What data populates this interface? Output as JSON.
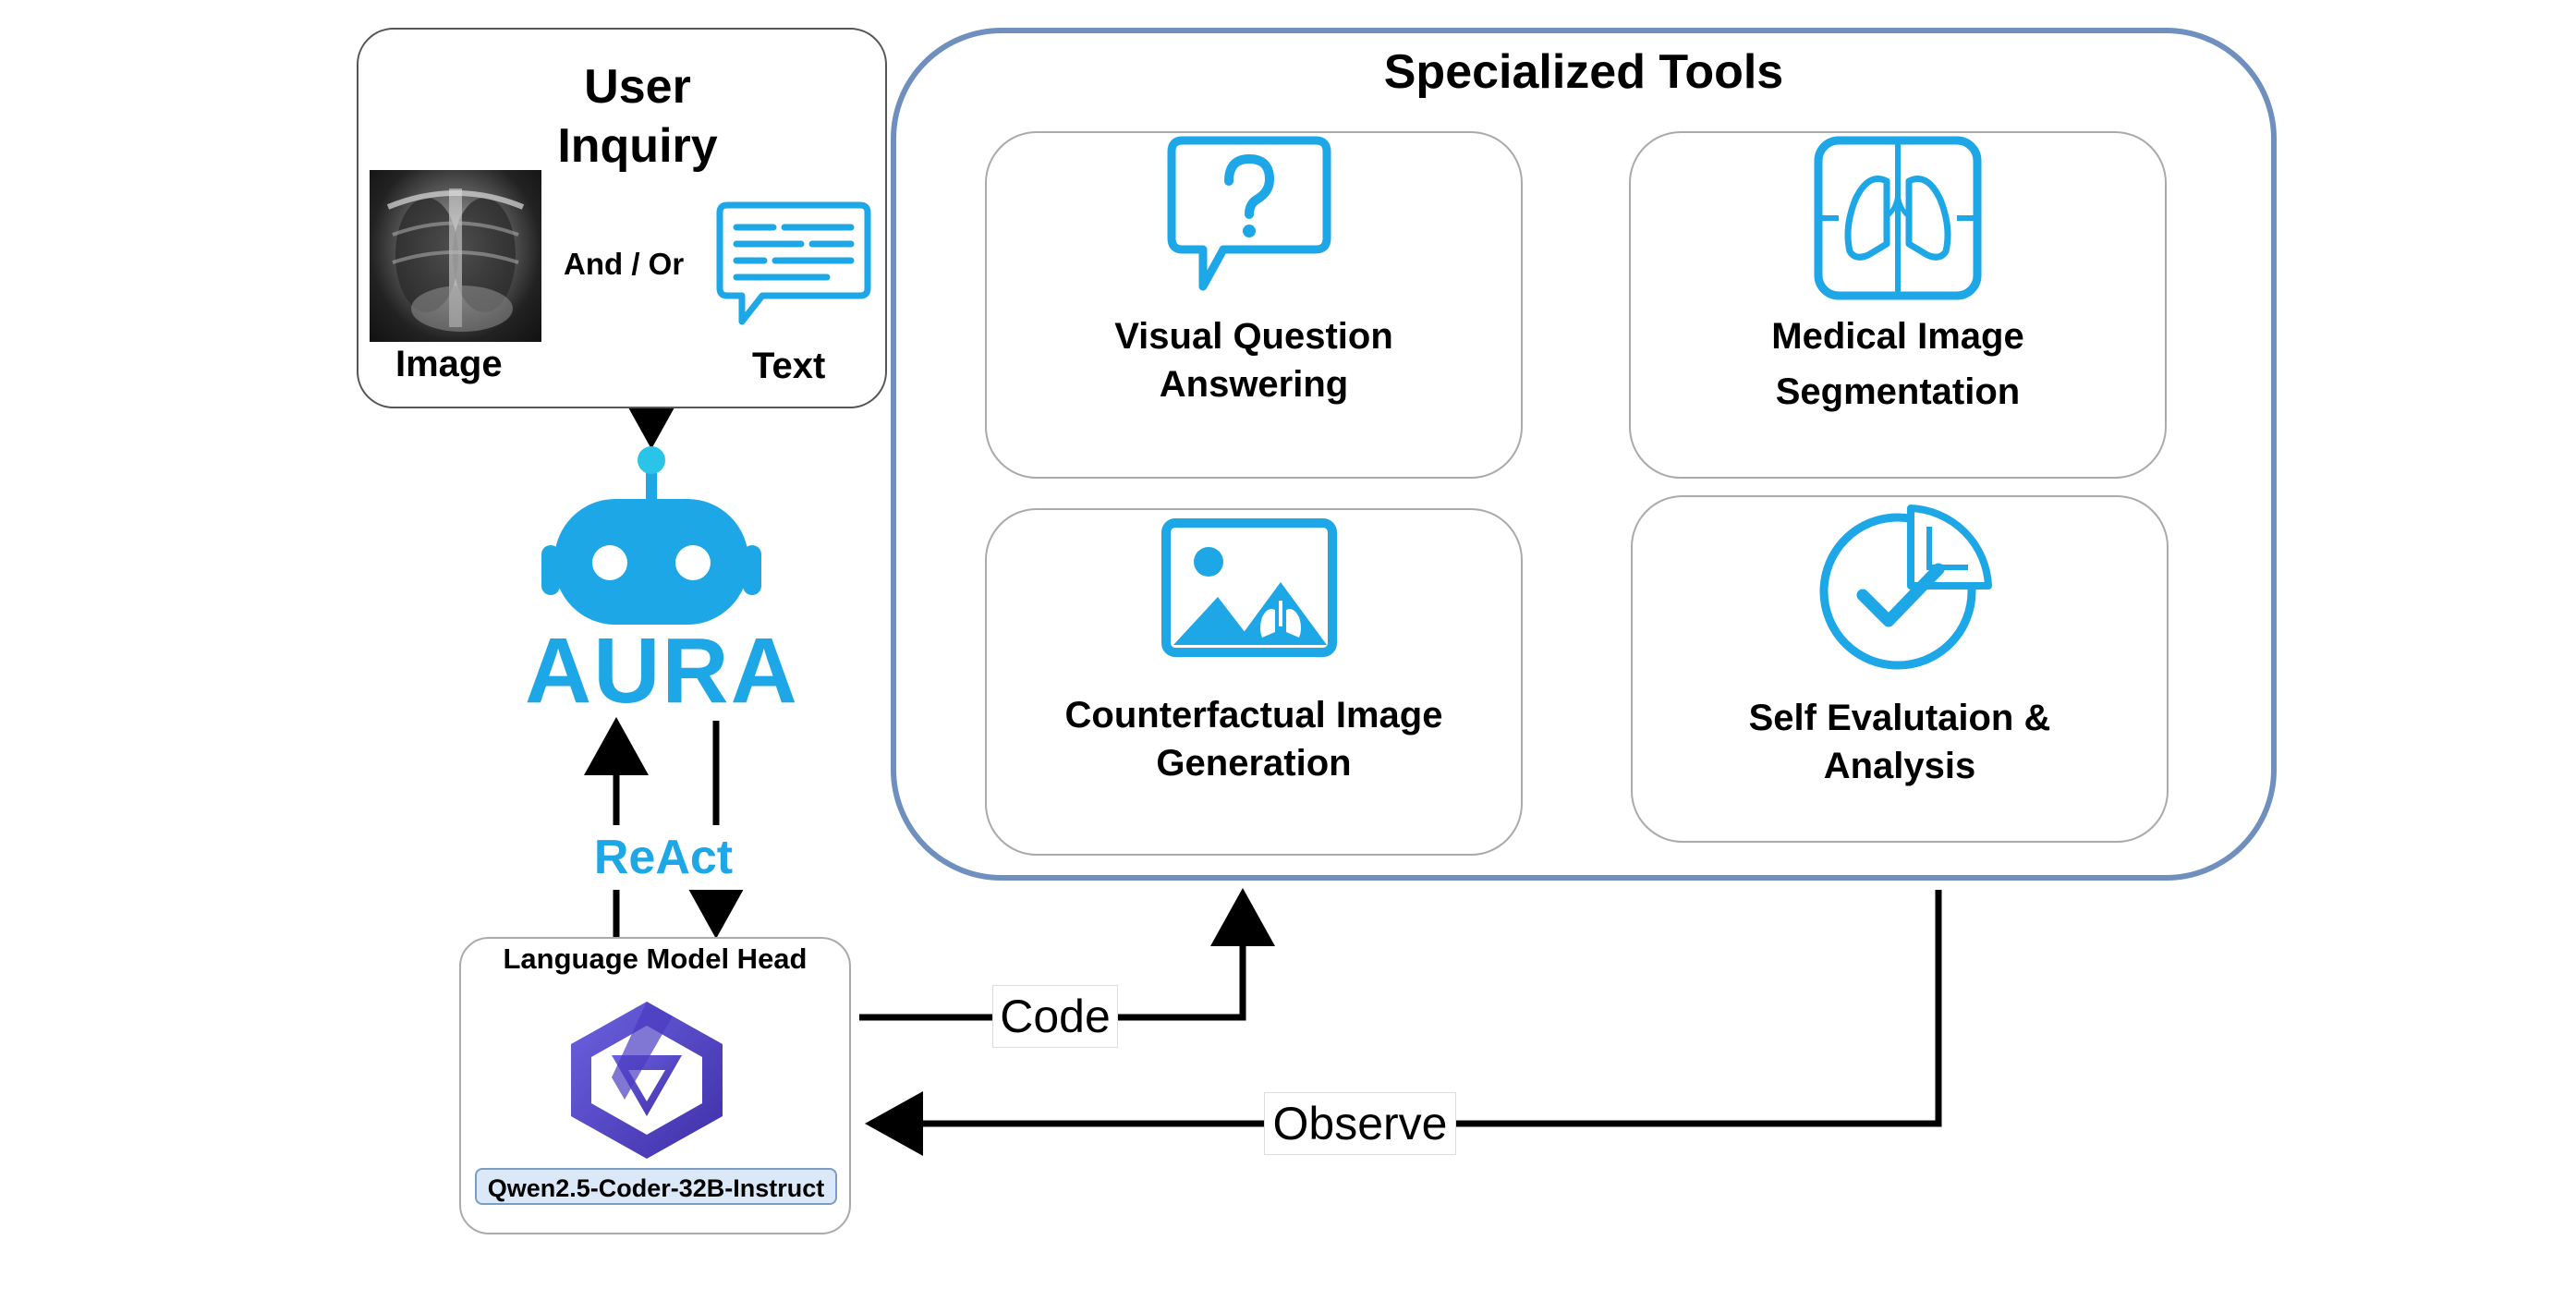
{
  "user_inquiry": {
    "title_line1": "User",
    "title_line2": "Inquiry",
    "connector": "And / Or",
    "image_label": "Image",
    "text_label": "Text"
  },
  "agent": {
    "name": "AURA",
    "loop_label": "ReAct"
  },
  "lm_head": {
    "title": "Language Model Head",
    "model_name": "Qwen2.5-Coder-32B-Instruct"
  },
  "tools": {
    "title": "Specialized Tools",
    "items": [
      {
        "line1": "Visual Question",
        "line2": "Answering",
        "icon": "question-bubble-icon"
      },
      {
        "line1": "Medical Image",
        "line2": "Segmentation",
        "icon": "lung-scan-icon"
      },
      {
        "line1": "Counterfactual Image",
        "line2": "Generation",
        "icon": "image-lung-icon"
      },
      {
        "line1": "Self Evalutaion &",
        "line2": "Analysis",
        "icon": "pie-check-icon"
      }
    ]
  },
  "edges": {
    "code": "Code",
    "observe": "Observe"
  },
  "colors": {
    "accent_blue": "#1ea7e6",
    "frame_blue": "#6f8fbf",
    "qwen_purple": "#5a4fc7",
    "model_badge_bg": "#dbe8f7"
  }
}
